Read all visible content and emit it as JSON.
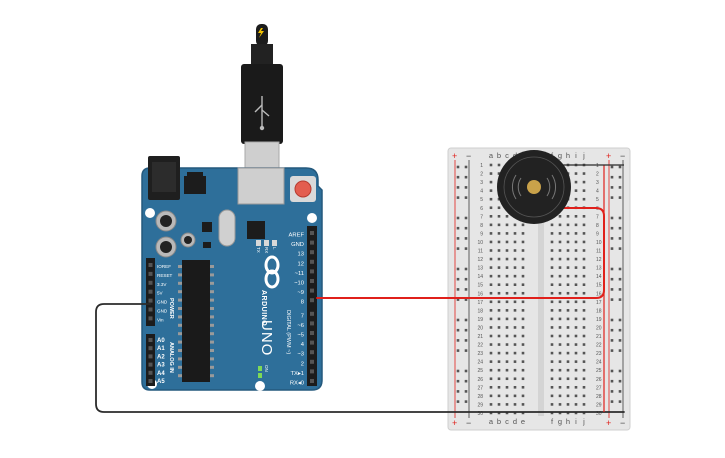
{
  "arduino": {
    "brand": "ARDUINO",
    "model": "UNO",
    "digital_label": "DIGITAL (PWM ~)",
    "power_label": "POWER",
    "analog_label": "ANALOG IN",
    "tx_label": "TX",
    "rx_label": "RX",
    "l_label": "L",
    "on_label": "ON",
    "digital_pins": [
      "AREF",
      "GND",
      "13",
      "12",
      "~11",
      "~10",
      "~9",
      "8",
      "7",
      "~6",
      "~5",
      "4",
      "~3",
      "2",
      "TX▸1",
      "RX◂0"
    ],
    "power_pins": [
      "IOREF",
      "RESET",
      "3.3V",
      "5V",
      "GND",
      "GND",
      "Vin"
    ],
    "analog_pins": [
      "A0",
      "A1",
      "A2",
      "A3",
      "A4",
      "A5"
    ]
  },
  "breadboard": {
    "col_letters_left": [
      "a",
      "b",
      "c",
      "d",
      "e"
    ],
    "col_letters_right": [
      "f",
      "g",
      "h",
      "i",
      "j"
    ],
    "plus": "+",
    "minus": "−",
    "rows": 30
  },
  "colors": {
    "board": "#2e6f9a",
    "board_edge": "#24597d",
    "breadboard": "#e6e6e6",
    "wire_signal": "#e0201b",
    "wire_ground": "#2b2b2b",
    "buzzer": "#222222",
    "buzzer_center": "#c9a24a"
  },
  "icons": {
    "usb": "usb-cable-icon",
    "buzzer": "piezo-buzzer-icon",
    "logo": "arduino-infinity-icon"
  }
}
